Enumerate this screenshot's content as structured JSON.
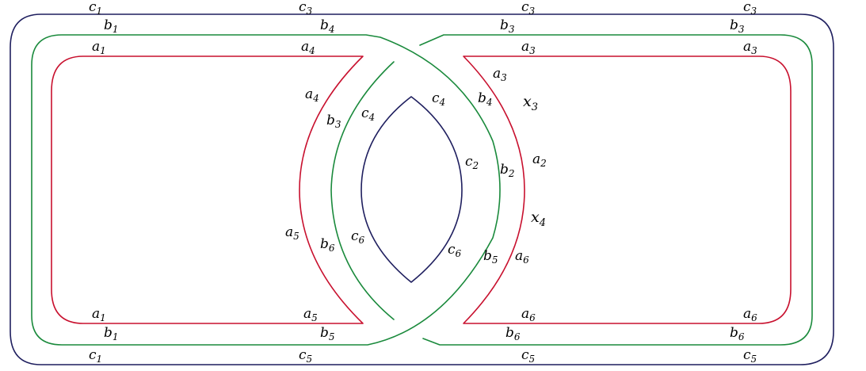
{
  "colors": {
    "c_curve": "#1f1f5f",
    "b_curve": "#1a8a3c",
    "a_curve": "#c8102e",
    "text": "#000000"
  },
  "labels": {
    "c1_top": {
      "base": "c",
      "sub": "1"
    },
    "c3_top_left": {
      "base": "c",
      "sub": "3"
    },
    "c3_top_mid": {
      "base": "c",
      "sub": "3"
    },
    "c3_top_right": {
      "base": "c",
      "sub": "3"
    },
    "b1_top": {
      "base": "b",
      "sub": "1"
    },
    "b4_top": {
      "base": "b",
      "sub": "4"
    },
    "b3_top_mid": {
      "base": "b",
      "sub": "3"
    },
    "b3_top_right": {
      "base": "b",
      "sub": "3"
    },
    "a1_top": {
      "base": "a",
      "sub": "1"
    },
    "a4_top": {
      "base": "a",
      "sub": "4"
    },
    "a3_top_mid": {
      "base": "a",
      "sub": "3"
    },
    "a3_top_right": {
      "base": "a",
      "sub": "3"
    },
    "a3_arc": {
      "base": "a",
      "sub": "3"
    },
    "x3": {
      "base": "x",
      "sub": "3"
    },
    "a4_arc": {
      "base": "a",
      "sub": "4"
    },
    "b3_arc": {
      "base": "b",
      "sub": "3"
    },
    "c4_arc_left": {
      "base": "c",
      "sub": "4"
    },
    "c4_arc_right": {
      "base": "c",
      "sub": "4"
    },
    "b4_arc": {
      "base": "b",
      "sub": "4"
    },
    "c2_arc": {
      "base": "c",
      "sub": "2"
    },
    "b2_arc": {
      "base": "b",
      "sub": "2"
    },
    "a2_arc": {
      "base": "a",
      "sub": "2"
    },
    "x4": {
      "base": "x",
      "sub": "4"
    },
    "a5_arc": {
      "base": "a",
      "sub": "5"
    },
    "b6_arc": {
      "base": "b",
      "sub": "6"
    },
    "c6_arc_left": {
      "base": "c",
      "sub": "6"
    },
    "c6_arc_right": {
      "base": "c",
      "sub": "6"
    },
    "b5_arc": {
      "base": "b",
      "sub": "5"
    },
    "a6_arc": {
      "base": "a",
      "sub": "6"
    },
    "a1_bottom": {
      "base": "a",
      "sub": "1"
    },
    "a5_bottom": {
      "base": "a",
      "sub": "5"
    },
    "a6_bottom_mid": {
      "base": "a",
      "sub": "6"
    },
    "a6_bottom_right": {
      "base": "a",
      "sub": "6"
    },
    "b1_bottom": {
      "base": "b",
      "sub": "1"
    },
    "b5_bottom": {
      "base": "b",
      "sub": "5"
    },
    "b6_bottom_mid": {
      "base": "b",
      "sub": "6"
    },
    "b6_bottom_right": {
      "base": "b",
      "sub": "6"
    },
    "c1_bottom": {
      "base": "c",
      "sub": "1"
    },
    "c5_bottom_left": {
      "base": "c",
      "sub": "5"
    },
    "c5_bottom_mid": {
      "base": "c",
      "sub": "5"
    },
    "c5_bottom_right": {
      "base": "c",
      "sub": "5"
    }
  }
}
